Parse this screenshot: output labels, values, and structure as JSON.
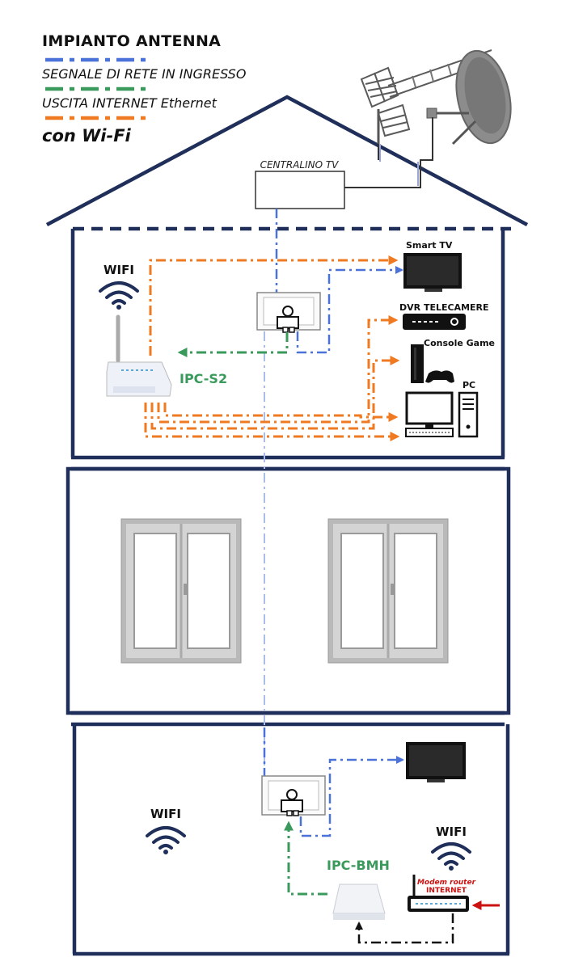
{
  "legend": {
    "antenna": "IMPIANTO ANTENNA",
    "network_in": "SEGNALE DI RETE IN INGRESSO",
    "ethernet_out": "USCITA INTERNET Ethernet",
    "wifi": "con Wi-Fi"
  },
  "top_floor": {
    "centralino": "CENTRALINO TV",
    "wifi_label": "WIFI",
    "adapter_name": "IPC-S2",
    "devices": {
      "smart_tv": "Smart TV",
      "dvr": "DVR TELECAMERE",
      "console": "Console Game",
      "pc": "PC"
    }
  },
  "ground_floor": {
    "wifi_left": "WIFI",
    "wifi_right": "WIFI",
    "adapter_name": "IPC-BMH",
    "modem_line1": "Modem router",
    "modem_line2": "INTERNET"
  },
  "colors": {
    "antenna_line": "#4a72d8",
    "network_line": "#3a9a5c",
    "ethernet_line": "#ef7a22",
    "house_outline": "#1f2f5a",
    "label_green": "#3a9a5c",
    "modem_red": "#cc1111"
  }
}
